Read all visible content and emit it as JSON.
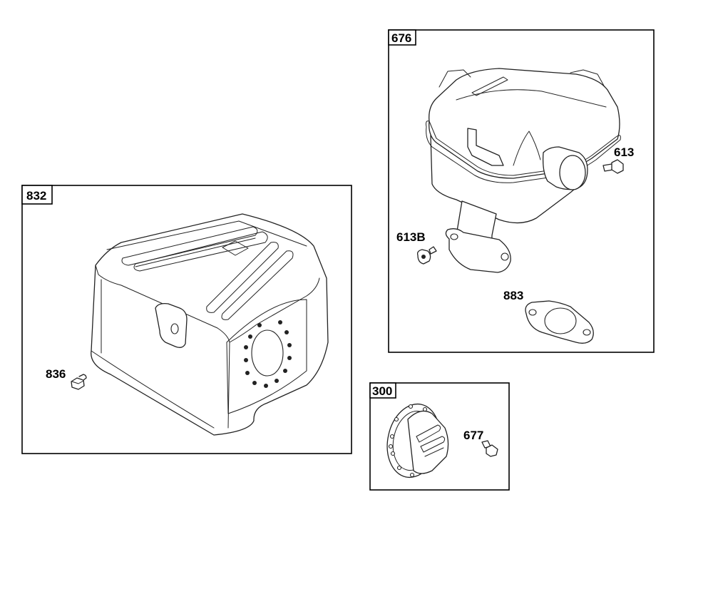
{
  "groups": [
    {
      "key": "832",
      "label": "832"
    },
    {
      "key": "300",
      "label": "300"
    },
    {
      "key": "676",
      "label": "676"
    }
  ],
  "callouts": {
    "p836": "836",
    "p613": "613",
    "p613b": "613B",
    "p883": "883",
    "p677": "677"
  },
  "colors": {
    "ink": "#000000",
    "background": "#ffffff"
  }
}
